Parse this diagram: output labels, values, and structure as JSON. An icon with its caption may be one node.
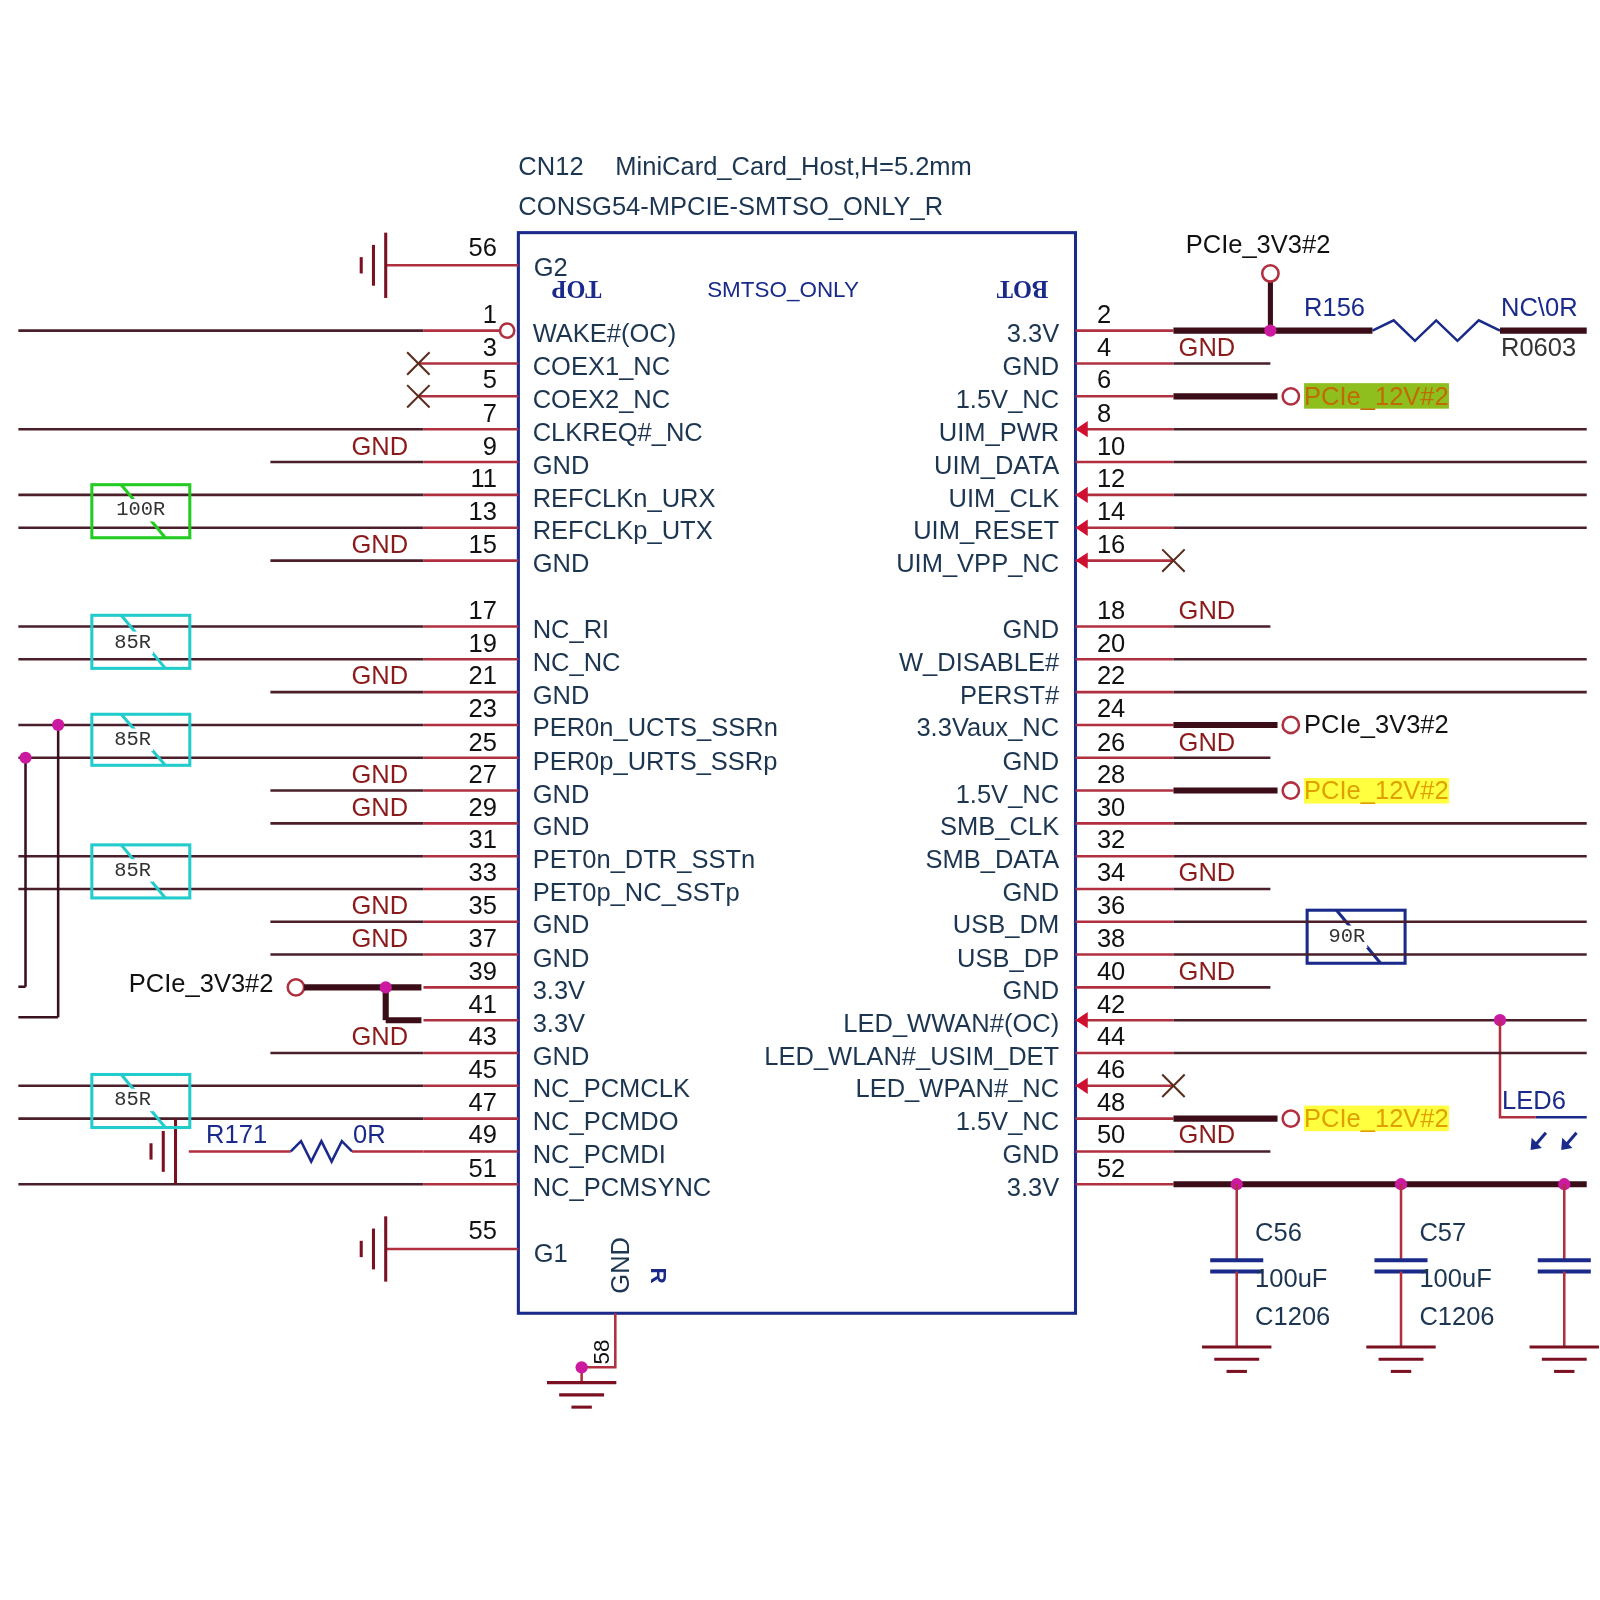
{
  "diagram": {
    "labels": [
      "CN12",
      "MiniCard_Card_Host,H=5.2mm",
      "CONSG54-MPCIE-SMTSO_ONLY_R",
      "G2",
      "TOP",
      "SMTSO_ONLY",
      "BOT",
      "WAKE#(OC)",
      "COEX1_NC",
      "COEX2_NC",
      "CLKREQ#_NC",
      "GND",
      "REFCLKn_URX",
      "REFCLKp_UTX",
      "GND",
      "NC_RI",
      "NC_NC",
      "GND",
      "PER0n_UCTS_SSRn",
      "PER0p_URTS_SSRp",
      "GND",
      "GND",
      "PET0n_DTR_SSTn",
      "PET0p_NC_SSTp",
      "GND",
      "GND",
      "3.3V",
      "3.3V",
      "GND",
      "NC_PCMCLK",
      "NC_PCMDO",
      "NC_PCMDI",
      "NC_PCMSYNC",
      "3.3V",
      "GND",
      "1.5V_NC",
      "UIM_PWR",
      "UIM_DATA",
      "UIM_CLK",
      "UIM_RESET",
      "UIM_VPP_NC",
      "GND",
      "W_DISABLE#",
      "PERST#",
      "3.3Vaux_NC",
      "GND",
      "1.5V_NC",
      "SMB_CLK",
      "SMB_DATA",
      "GND",
      "USB_DM",
      "USB_DP",
      "GND",
      "LED_WWAN#(OC)",
      "LED_WLAN#_USIM_DET",
      "LED_WPAN#_NC",
      "1.5V_NC",
      "GND",
      "3.3V",
      "1",
      "3",
      "5",
      "7",
      "9",
      "11",
      "13",
      "15",
      "17",
      "19",
      "21",
      "23",
      "25",
      "27",
      "29",
      "31",
      "33",
      "35",
      "37",
      "39",
      "41",
      "43",
      "45",
      "47",
      "49",
      "51",
      "2",
      "4",
      "6",
      "8",
      "10",
      "12",
      "14",
      "16",
      "18",
      "20",
      "22",
      "24",
      "26",
      "28",
      "30",
      "32",
      "34",
      "36",
      "38",
      "40",
      "42",
      "44",
      "46",
      "48",
      "50",
      "52",
      "56",
      "55",
      "G1",
      "GND",
      "R",
      "58",
      "GND",
      "GND",
      "GND",
      "GND",
      "GND",
      "GND",
      "GND",
      "GND",
      "100R",
      "85R",
      "85R",
      "85R",
      "85R",
      "PCIe_3V3#2",
      "R171",
      "0R",
      "PCIe_3V3#2",
      "R156",
      "NC\\0R",
      "GND",
      "R0603",
      "GND",
      "GND",
      "GND",
      "GND",
      "GND",
      "PCIe_12V#2",
      "PCIe_12V#2",
      "PCIe_12V#2",
      "PCIe_3V3#2",
      "90R",
      "LED6",
      "C56",
      "100uF",
      "C1206",
      "C57",
      "100uF",
      "C1206"
    ]
  }
}
